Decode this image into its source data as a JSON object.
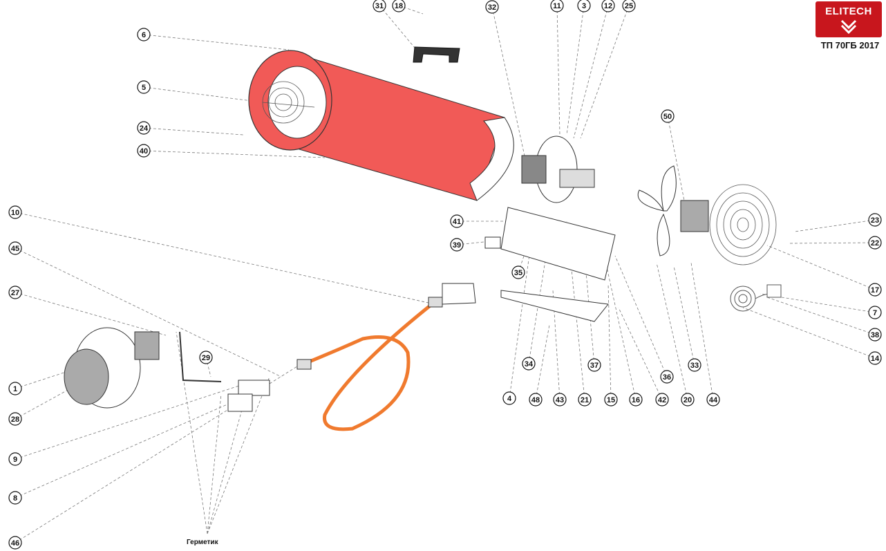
{
  "brand": {
    "name": "ELITECH",
    "color": "#c8161d"
  },
  "model_label": "ТП 70ГБ 2017",
  "sealant_label": "Герметик",
  "colors": {
    "housing": "#f15a57",
    "hose": "#f07a2e"
  },
  "callouts": [
    {
      "label": "31"
    },
    {
      "label": "18"
    },
    {
      "label": "32"
    },
    {
      "label": "11"
    },
    {
      "label": "3"
    },
    {
      "label": "12"
    },
    {
      "label": "25"
    },
    {
      "label": "6"
    },
    {
      "label": "5"
    },
    {
      "label": "24"
    },
    {
      "label": "40"
    },
    {
      "label": "50"
    },
    {
      "label": "23"
    },
    {
      "label": "22"
    },
    {
      "label": "17"
    },
    {
      "label": "7"
    },
    {
      "label": "38"
    },
    {
      "label": "14"
    },
    {
      "label": "41"
    },
    {
      "label": "39"
    },
    {
      "label": "35"
    },
    {
      "label": "10"
    },
    {
      "label": "45"
    },
    {
      "label": "27"
    },
    {
      "label": "29"
    },
    {
      "label": "1"
    },
    {
      "label": "28"
    },
    {
      "label": "9"
    },
    {
      "label": "8"
    },
    {
      "label": "46"
    },
    {
      "label": "34"
    },
    {
      "label": "37"
    },
    {
      "label": "36"
    },
    {
      "label": "33"
    },
    {
      "label": "4"
    },
    {
      "label": "48"
    },
    {
      "label": "43"
    },
    {
      "label": "21"
    },
    {
      "label": "15"
    },
    {
      "label": "16"
    },
    {
      "label": "42"
    },
    {
      "label": "20"
    },
    {
      "label": "44"
    }
  ]
}
